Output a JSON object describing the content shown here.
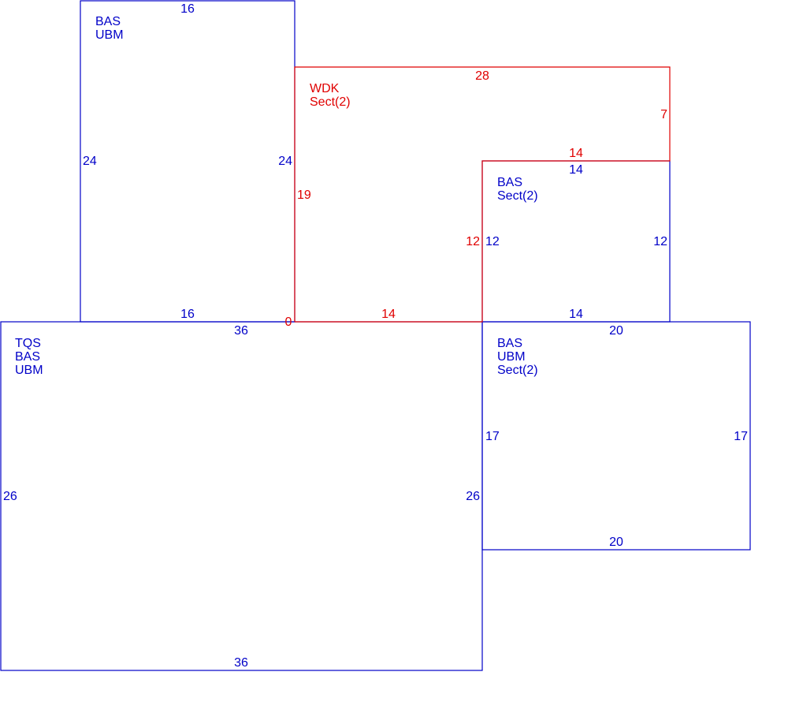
{
  "colors": {
    "living": "#0000c8",
    "deck": "#e00000",
    "background": "#ffffff"
  },
  "areas": {
    "top_left": {
      "codes": [
        "BAS",
        "UBM"
      ],
      "dims": {
        "top": "16",
        "bottom": "16",
        "left": "24",
        "right": "24"
      }
    },
    "deck": {
      "codes": [
        "WDK",
        "Sect(2)"
      ],
      "dims": {
        "top": "28",
        "right": "7",
        "notch_top": "14",
        "notch_left": "12",
        "left": "19",
        "bottom": "14",
        "corner": "0"
      }
    },
    "inner": {
      "codes": [
        "BAS",
        "Sect(2)"
      ],
      "dims": {
        "top": "14",
        "bottom": "14",
        "left": "12",
        "right": "12"
      }
    },
    "main": {
      "codes": [
        "TQS",
        "BAS",
        "UBM"
      ],
      "dims": {
        "top": "36",
        "bottom": "36",
        "left": "26",
        "right": "26"
      }
    },
    "right": {
      "codes": [
        "BAS",
        "UBM",
        "Sect(2)"
      ],
      "dims": {
        "top": "20",
        "bottom": "20",
        "left": "17",
        "right": "17"
      }
    }
  }
}
